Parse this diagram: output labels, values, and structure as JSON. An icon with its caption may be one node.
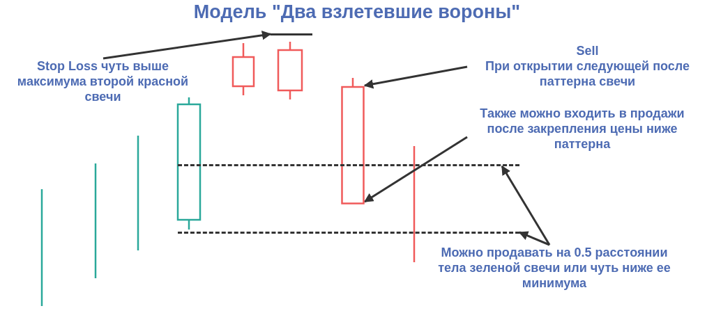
{
  "diagram": {
    "title": "Модель \"Два взлетевшие вороны\"",
    "nodes": [
      {
        "text": [
          "Stop Loss чуть выше максимума второй красной свечи"
        ]
      },
      {
        "text": [
          "Sell",
          "При открытии следующей после паттерна свечи"
        ]
      },
      {
        "text": [
          "Также можно входить в продажи после закрепления цены ниже паттерна"
        ]
      },
      {
        "text": [
          "Можно продавать на 0.5 расстоянии тела зеленой свечи или чуть ниже ее минимума"
        ]
      },
      {
        "text": [],
        "shape": "bar"
      },
      {
        "text": [],
        "shape": "box"
      },
      {
        "text": [],
        "shape": "bar"
      },
      {
        "text": [],
        "shape": "bar"
      }
    ],
    "edges": [
      {
        "from": 0,
        "to": 4,
        "arrow": "to"
      },
      {
        "from": 1,
        "to": 5,
        "arrow": "to"
      },
      {
        "from": 2,
        "to": 5,
        "arrow": "to"
      },
      {
        "from": 3,
        "to": 6,
        "arrow": "to"
      },
      {
        "from": 3,
        "to": 7,
        "arrow": "to"
      }
    ]
  }
}
